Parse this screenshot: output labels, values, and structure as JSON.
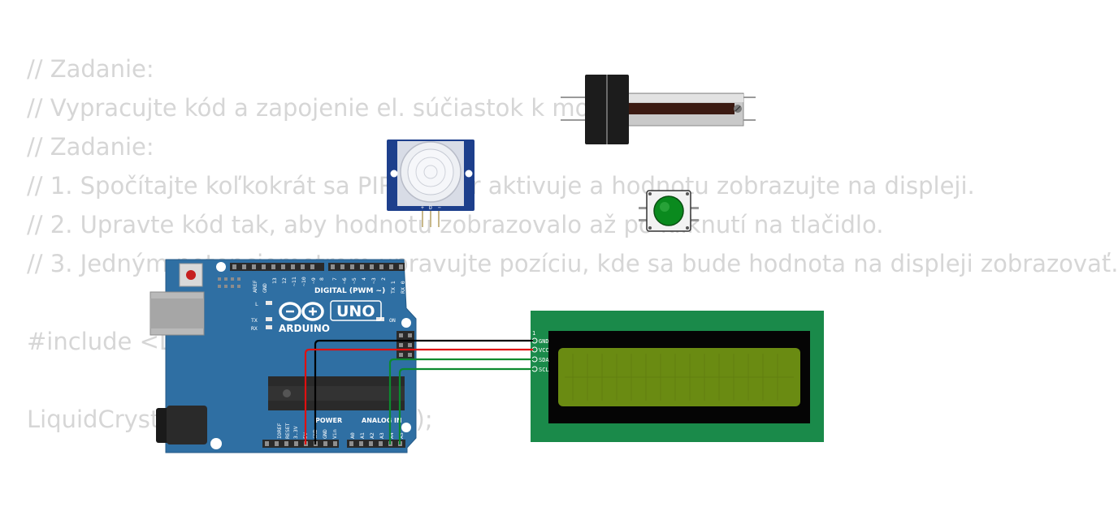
{
  "code": {
    "lines": [
      "// Zadanie:",
      "// Vypracujte kód a zapojenie el. súčiastok k modulu Arduino",
      "// Zadanie:",
      "// 1. Spočítajte koľkokrát sa PIR senzor aktivuje a hodnotu zobrazujte na displeji.",
      "// 2. Upravte kód tak, aby hodnotu zobrazovalo až po kliknutí na tlačidlo.",
      "// 3. Jedným potenciometrom upravujte pozíciu, kde sa bude hodnota na displeji zobrazovať.",
      "",
      "#include <LiquidCrystal_I2C.h>",
      "",
      "LiquidCrystal_I2C lcd(0x27, 16, 2);"
    ],
    "color": "#d6d6d6"
  },
  "arduino": {
    "brand": "ARDUINO",
    "model": "UNO",
    "digital_label": "DIGITAL (PWM ~)",
    "power_label": "POWER",
    "analog_label": "ANALOG IN",
    "led_labels": [
      "L",
      "TX",
      "RX"
    ],
    "on_label": "ON",
    "top_pins": [
      "AREF",
      "GND",
      "13",
      "12",
      "~11",
      "~10",
      "~9",
      "8",
      "7",
      "~6",
      "~5",
      "4",
      "~3",
      "2",
      "TX 1",
      "RX 0"
    ],
    "power_pins": [
      "IOREF",
      "RESET",
      "3.3V",
      "5V",
      "GND",
      "GND",
      "Vin"
    ],
    "analog_pins": [
      "A0",
      "A1",
      "A2",
      "A3",
      "A4",
      "A5"
    ],
    "board_color": "#2f6fa3"
  },
  "pir": {
    "pins": [
      "+",
      "D",
      "−"
    ],
    "board_color": "#1d3f8c"
  },
  "lcd": {
    "pins": [
      "GND",
      "VCC",
      "SDA",
      "SCL"
    ],
    "pin1_label": "1",
    "pcb_color": "#1a8a4a",
    "screen_color": "#6a8b12"
  },
  "button": {
    "cap_color": "#0a8a1e"
  },
  "wires": [
    {
      "signal": "GND",
      "color": "#000000"
    },
    {
      "signal": "VCC",
      "color": "#e01010"
    },
    {
      "signal": "SDA",
      "color": "#0b8a2e"
    },
    {
      "signal": "SCL",
      "color": "#0b8a2e"
    }
  ]
}
